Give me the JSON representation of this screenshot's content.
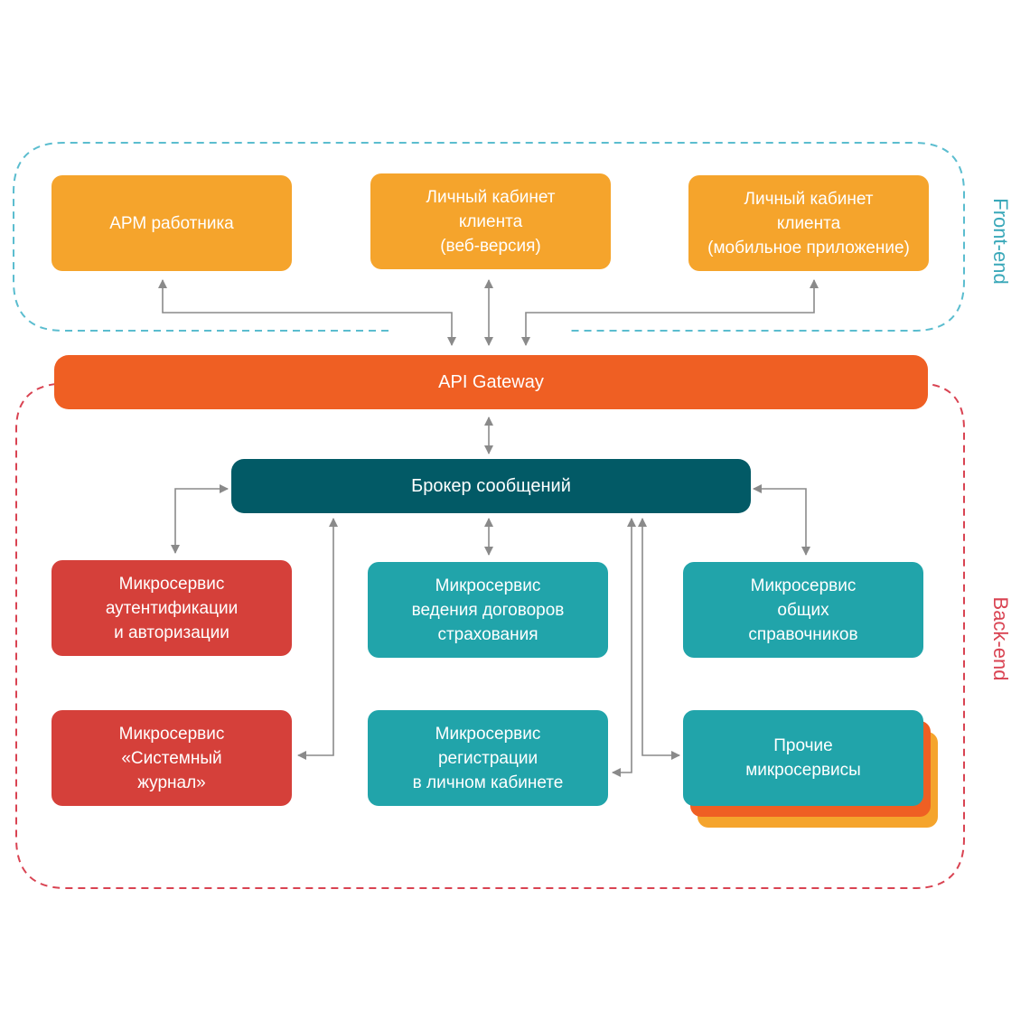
{
  "zones": {
    "front_label": "Front-end",
    "back_label": "Back-end",
    "front_color": "#5bbdcf",
    "back_color": "#d94352"
  },
  "front": {
    "arm": "АРМ работника",
    "web": "Личный кабинет\nклиента\n(веб-версия)",
    "mobile": "Личный кабинет\nклиента\n(мобильное приложение)"
  },
  "gateway": "API Gateway",
  "broker": "Брокер сообщений",
  "services": {
    "auth": "Микросервис\nаутентификации\nи авторизации",
    "contracts": "Микросервис\nведения договоров\nстрахования",
    "references": "Микросервис\nобщих\nсправочников",
    "journal": "Микросервис\n«Системный\nжурнал»",
    "registration": "Микросервис\nрегистрации\nв личном кабинете",
    "other": "Прочие\nмикросервисы"
  },
  "colors": {
    "orange": "#f5a42c",
    "gateway": "#ef5f23",
    "broker": "#025a66",
    "red": "#d5403a",
    "teal": "#21a4aa",
    "arrow": "#8a8a8a"
  }
}
